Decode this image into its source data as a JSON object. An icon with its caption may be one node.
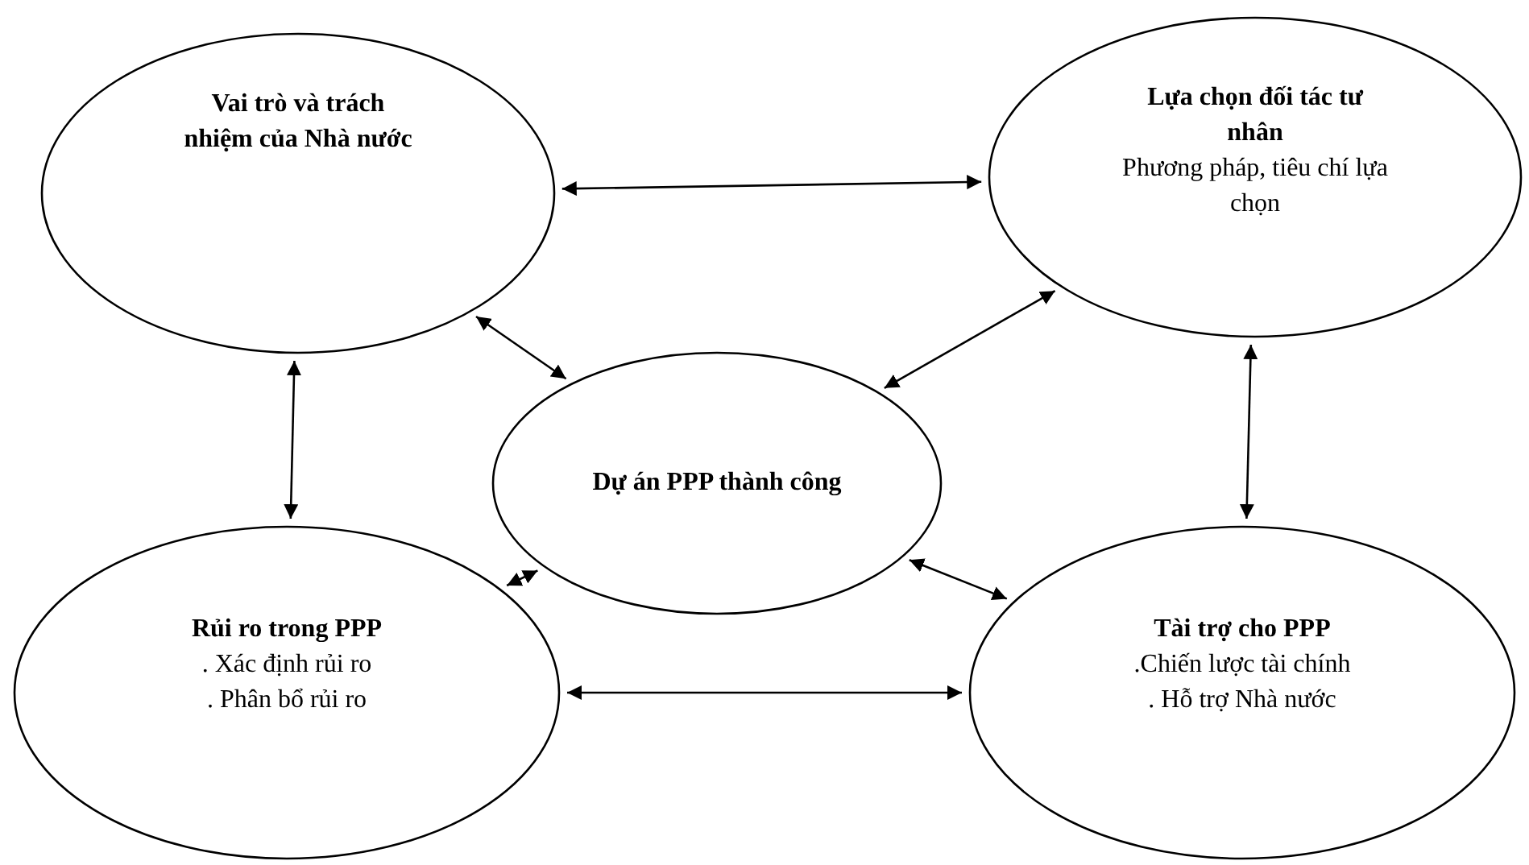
{
  "diagram": {
    "nodes": [
      {
        "text": [
          "Vai trò và trách nhiệm của Nhà nước"
        ]
      },
      {
        "text": [
          "Lựa chọn đối tác tư nhân",
          "Phương pháp, tiêu chí lựa chọn"
        ]
      },
      {
        "text": [
          "Dự án PPP thành công"
        ]
      },
      {
        "text": [
          "Rủi ro trong PPP",
          ". Xác định rủi ro",
          ". Phân bổ rủi ro"
        ]
      },
      {
        "text": [
          "Tài trợ cho PPP",
          ".Chiến lược tài chính",
          ". Hỗ trợ Nhà nước"
        ]
      }
    ],
    "edges": [
      {
        "from": 0,
        "to": 1,
        "arrow": "both"
      },
      {
        "from": 0,
        "to": 2,
        "arrow": "both"
      },
      {
        "from": 1,
        "to": 2,
        "arrow": "both"
      },
      {
        "from": 0,
        "to": 3,
        "arrow": "both"
      },
      {
        "from": 1,
        "to": 4,
        "arrow": "both"
      },
      {
        "from": 2,
        "to": 3,
        "arrow": "both"
      },
      {
        "from": 2,
        "to": 4,
        "arrow": "both"
      },
      {
        "from": 3,
        "to": 4,
        "arrow": "both"
      }
    ]
  }
}
